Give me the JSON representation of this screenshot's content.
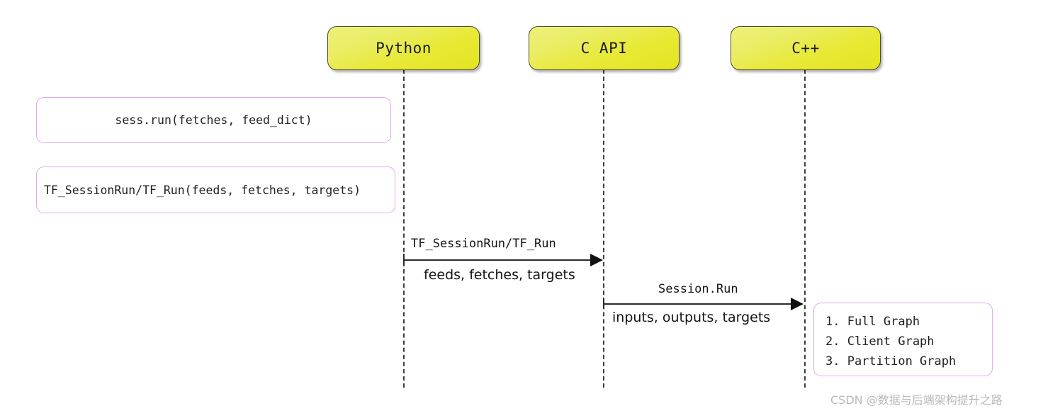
{
  "diagram": {
    "type": "sequence-diagram",
    "background_color": "#ffffff",
    "participant_fill": "#e8e934",
    "note_border_color": "#e2a8e8",
    "lifeline_color": "#3d3d3d"
  },
  "participants": [
    {
      "id": "python",
      "label": "Python"
    },
    {
      "id": "capi",
      "label": "C API"
    },
    {
      "id": "cpp",
      "label": "C++"
    }
  ],
  "notes": [
    {
      "id": "note-sess-run",
      "text": "sess.run(fetches, feed_dict)"
    },
    {
      "id": "note-tf-session-run",
      "text": "TF_SessionRun/TF_Run(feeds, fetches, targets)"
    }
  ],
  "messages": [
    {
      "id": "msg-tf-session-run",
      "from": "python",
      "to": "capi",
      "label_top": "TF_SessionRun/TF_Run",
      "label_bottom": "feeds, fetches, targets"
    },
    {
      "id": "msg-session-run",
      "from": "capi",
      "to": "cpp",
      "label_top": "Session.Run",
      "label_bottom": "inputs, outputs, targets"
    }
  ],
  "note_list": {
    "id": "note-graph-stages",
    "items": [
      "1. Full Graph",
      "2. Client Graph",
      "3. Partition Graph"
    ]
  },
  "watermark": {
    "text": "CSDN @数据与后端架构提升之路"
  }
}
